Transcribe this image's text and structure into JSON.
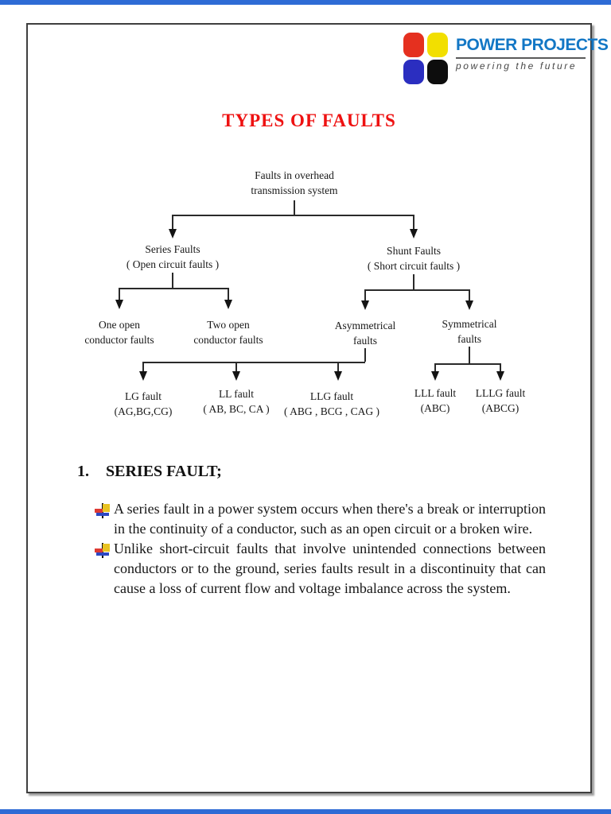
{
  "logo": {
    "title": "POWER PROJECTS",
    "tagline": "powering the future",
    "colors": {
      "title_blue": "#1377c5",
      "blob_red": "#e5301f",
      "blob_yellow": "#f2df00",
      "blob_blue": "#2b2ec0",
      "blob_black": "#0d0d0d"
    }
  },
  "document": {
    "title": "TYPES OF FAULTS",
    "title_color": "#ee1111",
    "edge_bar_color": "#2e6bd5"
  },
  "diagram": {
    "root": {
      "line1": "Faults in overhead",
      "line2": "transmission system"
    },
    "series": {
      "line1": "Series Faults",
      "line2": "( Open circuit faults )"
    },
    "shunt": {
      "line1": "Shunt Faults",
      "line2": "( Short circuit faults )"
    },
    "one_open": {
      "line1": "One open",
      "line2": "conductor faults"
    },
    "two_open": {
      "line1": "Two open",
      "line2": "conductor faults"
    },
    "asym": {
      "line1": "Asymmetrical",
      "line2": "faults"
    },
    "sym": {
      "line1": "Symmetrical",
      "line2": "faults"
    },
    "lg": {
      "line1": "LG fault",
      "line2": "(AG,BG,CG)"
    },
    "ll": {
      "line1": "LL fault",
      "line2": "( AB, BC, CA )"
    },
    "llg": {
      "line1": "LLG fault",
      "line2": "( ABG , BCG , CAG )"
    },
    "lll": {
      "line1": "LLL fault",
      "line2": "(ABC)"
    },
    "lllg": {
      "line1": "LLLG fault",
      "line2": "(ABCG)"
    }
  },
  "section": {
    "number": "1.",
    "heading": "SERIES FAULT;"
  },
  "bullets": [
    {
      "text": "A series fault in a power system occurs when there's a break or interruption in the continuity of a conductor, such as an open circuit or a broken wire."
    },
    {
      "text": "Unlike short-circuit faults that involve unintended connections between conductors or to the ground, series faults result in a discontinuity that can cause a loss of current flow and voltage imbalance across the system."
    }
  ]
}
